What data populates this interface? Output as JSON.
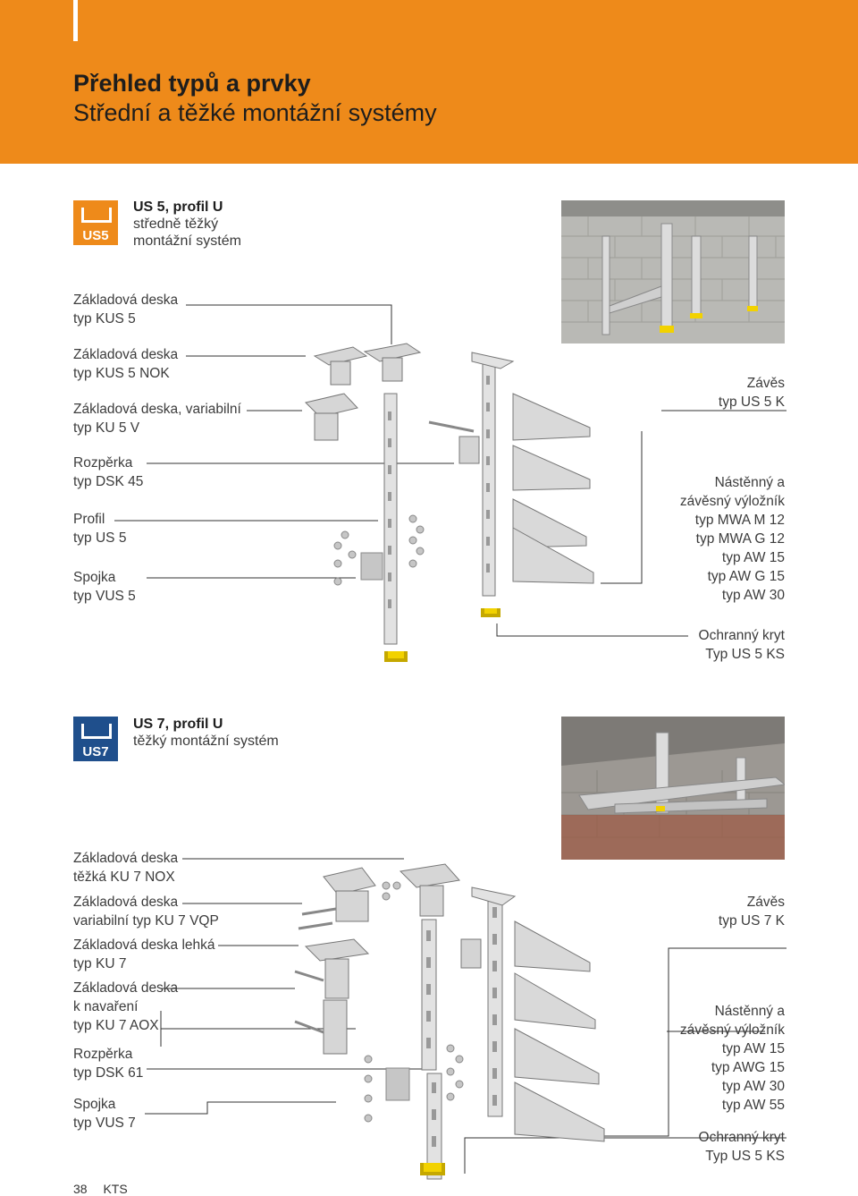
{
  "header": {
    "title": "Přehled typů a prvky",
    "subtitle": "Střední a těžké montážní systémy"
  },
  "colors": {
    "accent": "#ee8a1a",
    "us7_blue": "#1f4f8c"
  },
  "us5": {
    "badge": "US5",
    "name": "US 5, profil U",
    "desc1": "středně těžký",
    "desc2": "montážní systém",
    "left_labels": [
      {
        "l1": "Základová deska",
        "l2": "typ KUS 5"
      },
      {
        "l1": "Základová deska",
        "l2": "typ KUS 5 NOK"
      },
      {
        "l1": "Základová deska, variabilní",
        "l2": "typ KU 5 V"
      },
      {
        "l1": "Rozpěrka",
        "l2": "typ DSK 45"
      },
      {
        "l1": "Profil",
        "l2": "typ US 5"
      },
      {
        "l1": "Spojka",
        "l2": "typ VUS 5"
      }
    ],
    "right_labels": {
      "zaves": [
        "Závěs",
        "typ US 5 K"
      ],
      "vylznik": [
        "Nástěnný a",
        "závěsný výložník",
        "typ MWA M 12",
        "typ MWA G 12",
        "typ AW 15",
        "typ AW G 15",
        "typ AW 30"
      ],
      "kryt": [
        "Ochranný kryt",
        "Typ US 5 KS"
      ]
    }
  },
  "us7": {
    "badge": "US7",
    "name": "US 7, profil U",
    "desc1": "těžký montážní systém",
    "left_labels": [
      {
        "l1": "Základová deska",
        "l2": "těžká KU 7 NOX"
      },
      {
        "l1": "Základová deska",
        "l2": "variabilní typ KU 7 VQP"
      },
      {
        "l1": "Základová deska lehká",
        "l2": "typ KU 7"
      },
      {
        "l1": "Základová deska",
        "l2": "k navaření",
        "l3": "typ KU 7 AOX"
      },
      {
        "l1": "Rozpěrka",
        "l2": "typ DSK 61"
      },
      {
        "l1": "Spojka",
        "l2": "typ VUS 7"
      }
    ],
    "right_labels": {
      "zaves": [
        "Závěs",
        "typ US 7 K"
      ],
      "vylznik": [
        "Nástěnný a",
        "závěsný výložník",
        "typ AW 15",
        "typ AWG 15",
        "typ AW 30",
        "typ AW 55"
      ],
      "kryt": [
        "Ochranný kryt",
        "Typ US 5 KS"
      ]
    }
  },
  "footer": {
    "page": "38",
    "brand": "KTS"
  }
}
